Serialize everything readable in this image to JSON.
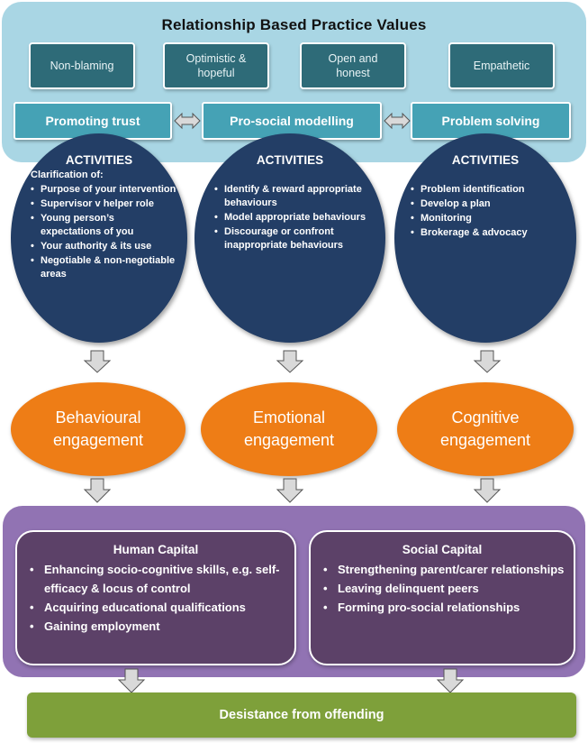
{
  "title": "Relationship  Based  Practice Values",
  "values": [
    {
      "label": "Non-blaming"
    },
    {
      "label": "Optimistic &\nhopeful"
    },
    {
      "label": "Open and\nhonest"
    },
    {
      "label": "Empathetic"
    }
  ],
  "practices": [
    {
      "label": "Promoting trust"
    },
    {
      "label": "Pro-social modelling"
    },
    {
      "label": "Problem solving"
    }
  ],
  "activities": [
    {
      "heading": "ACTIVITIES",
      "intro": "Clarification of:",
      "items": [
        "Purpose of your intervention",
        "Supervisor v helper role",
        "Young person’s expectations of you",
        "Your authority & its use",
        "Negotiable & non-negotiable areas"
      ]
    },
    {
      "heading": "ACTIVITIES",
      "intro": "",
      "items": [
        "Identify & reward appropriate behaviours",
        "Model appropriate behaviours",
        "Discourage or confront inappropriate behaviours"
      ]
    },
    {
      "heading": "ACTIVITIES",
      "intro": "",
      "items": [
        "Problem identification",
        "Develop a plan",
        "Monitoring",
        "Brokerage & advocacy"
      ]
    }
  ],
  "engagements": [
    {
      "label": "Behavioural\nengagement"
    },
    {
      "label": "Emotional\nengagement"
    },
    {
      "label": "Cognitive\nengagement"
    }
  ],
  "capitals": [
    {
      "heading": "Human Capital",
      "items": [
        "Enhancing socio-cognitive skills, e.g. self-efficacy & locus of control",
        "Acquiring educational qualifications",
        "Gaining employment"
      ]
    },
    {
      "heading": "Social Capital",
      "items": [
        "Strengthening parent/carer relationships",
        "Leaving delinquent peers",
        "Forming pro-social relationships"
      ]
    }
  ],
  "outcome": "Desistance from offending",
  "colors": {
    "values_band": "#a9d6e4",
    "value_box": "#2e6b78",
    "practice_box": "#45a2b5",
    "activity_oval": "#233e66",
    "engagement_oval": "#ee7d16",
    "capital_band": "#9173b3",
    "capital_box": "#5c4168",
    "outcome_bar": "#7ea03a",
    "arrow_fill": "#d9d9d9"
  }
}
